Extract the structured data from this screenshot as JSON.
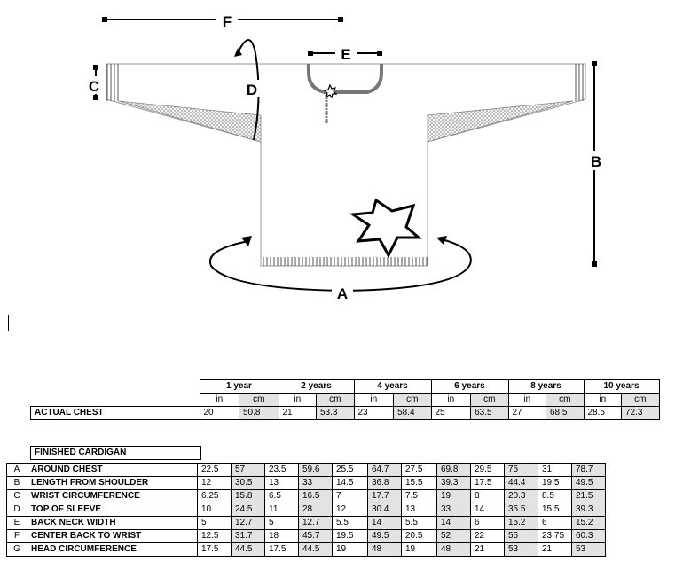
{
  "diagram": {
    "labels": {
      "a": "A",
      "b": "B",
      "c": "C",
      "d": "D",
      "e": "E",
      "f": "F"
    }
  },
  "table": {
    "sizes": [
      "1 year",
      "2 years",
      "4 years",
      "6 years",
      "8 years",
      "10 years"
    ],
    "unit_in": "in",
    "unit_cm": "cm",
    "actual_chest": {
      "label": "ACTUAL CHEST",
      "values": [
        [
          "20",
          "50.8"
        ],
        [
          "21",
          "53.3"
        ],
        [
          "23",
          "58.4"
        ],
        [
          "25",
          "63.5"
        ],
        [
          "27",
          "68.5"
        ],
        [
          "28.5",
          "72.3"
        ]
      ]
    },
    "section_title": "FINISHED CARDIGAN",
    "rows": [
      {
        "letter": "A",
        "label": "AROUND CHEST",
        "values": [
          [
            "22.5",
            "57"
          ],
          [
            "23.5",
            "59.6"
          ],
          [
            "25.5",
            "64.7"
          ],
          [
            "27.5",
            "69.8"
          ],
          [
            "29.5",
            "75"
          ],
          [
            "31",
            "78.7"
          ]
        ]
      },
      {
        "letter": "B",
        "label": "LENGTH FROM SHOULDER",
        "values": [
          [
            "12",
            "30.5"
          ],
          [
            "13",
            "33"
          ],
          [
            "14.5",
            "36.8"
          ],
          [
            "15.5",
            "39.3"
          ],
          [
            "17.5",
            "44.4"
          ],
          [
            "19.5",
            "49.5"
          ]
        ]
      },
      {
        "letter": "C",
        "label": "WRIST CIRCUMFERENCE",
        "values": [
          [
            "6.25",
            "15.8"
          ],
          [
            "6.5",
            "16.5"
          ],
          [
            "7",
            "17.7"
          ],
          [
            "7.5",
            "19"
          ],
          [
            "8",
            "20.3"
          ],
          [
            "8.5",
            "21.5"
          ]
        ]
      },
      {
        "letter": "D",
        "label": "TOP OF SLEEVE",
        "values": [
          [
            "10",
            "24.5"
          ],
          [
            "11",
            "28"
          ],
          [
            "12",
            "30.4"
          ],
          [
            "13",
            "33"
          ],
          [
            "14",
            "35.5"
          ],
          [
            "15.5",
            "39.3"
          ]
        ]
      },
      {
        "letter": "E",
        "label": "BACK NECK WIDTH",
        "values": [
          [
            "5",
            "12.7"
          ],
          [
            "5",
            "12.7"
          ],
          [
            "5.5",
            "14"
          ],
          [
            "5.5",
            "14"
          ],
          [
            "6",
            "15.2"
          ],
          [
            "6",
            "15.2"
          ]
        ]
      },
      {
        "letter": "F",
        "label": "CENTER BACK TO WRIST",
        "values": [
          [
            "12.5",
            "31.7"
          ],
          [
            "18",
            "45.7"
          ],
          [
            "19.5",
            "49.5"
          ],
          [
            "20.5",
            "52"
          ],
          [
            "22",
            "55"
          ],
          [
            "23.75",
            "60.3"
          ]
        ]
      },
      {
        "letter": "G",
        "label": "HEAD CIRCUMFERENCE",
        "values": [
          [
            "17.5",
            "44.5"
          ],
          [
            "17.5",
            "44.5"
          ],
          [
            "19",
            "48"
          ],
          [
            "19",
            "48"
          ],
          [
            "21",
            "53"
          ],
          [
            "21",
            "53"
          ]
        ]
      }
    ]
  }
}
